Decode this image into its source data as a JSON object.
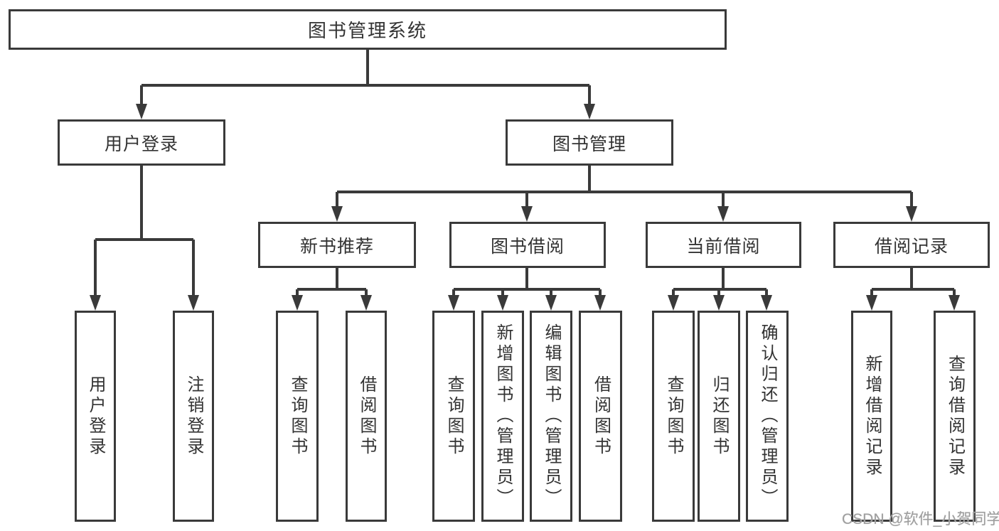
{
  "diagram": {
    "title": "图书管理系统",
    "nodes": {
      "root": "图书管理系统",
      "user_login": "用户登录",
      "book_mgmt": "图书管理",
      "new_rec": "新书推荐",
      "book_borrow": "图书借阅",
      "current_borrow": "当前借阅",
      "borrow_records": "借阅记录",
      "ul_login": "用户登录",
      "ul_logout": "注销登录",
      "nr_query": "查询图书",
      "nr_borrow": "借阅图书",
      "bb_query": "查询图书",
      "bb_add": "新增图书（管理员）",
      "bb_edit": "编辑图书（管理员）",
      "bb_borrow": "借阅图书",
      "cb_query": "查询图书",
      "cb_return": "归还图书",
      "cb_confirm": "确认归还（管理员）",
      "br_add": "新增借阅记录",
      "br_query": "查询借阅记录"
    },
    "colors": {
      "line": "#3a3a3a",
      "text": "#333333",
      "background": "#ffffff",
      "watermark": "#9e9e9e"
    }
  },
  "watermark": "CSDN @软件_小贺同学"
}
